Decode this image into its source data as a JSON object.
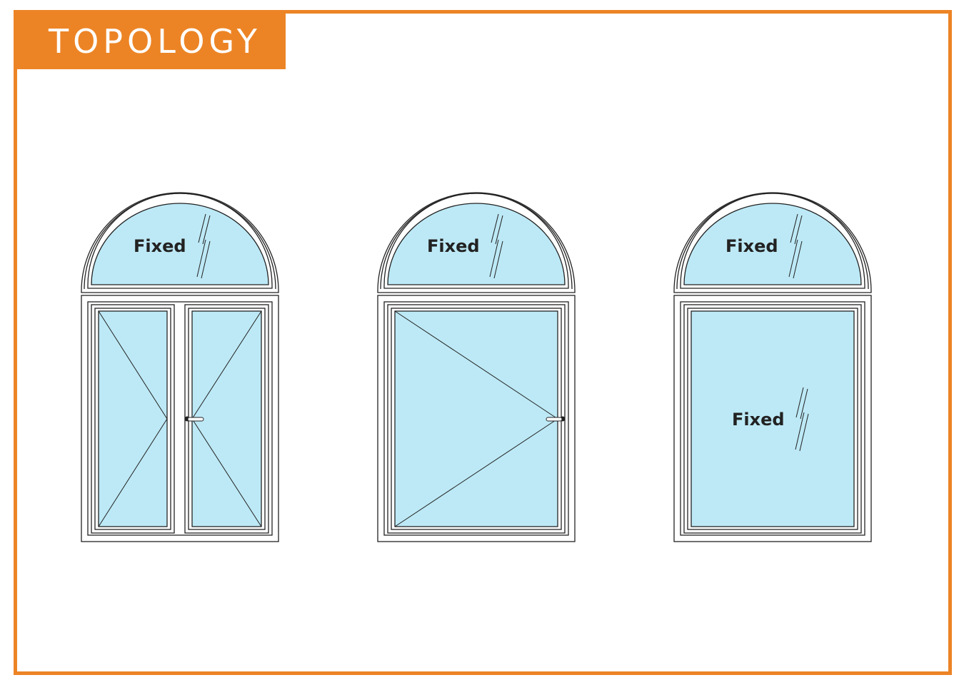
{
  "header": {
    "title": "TOPOLOGY"
  },
  "colors": {
    "accent": "#ec8425",
    "glass": "#bde9f6",
    "frame_line": "#222222"
  },
  "windows": [
    {
      "type": "double-casement",
      "arch_label": "Fixed",
      "panels": [
        "casement-left-hinged",
        "casement-right-hinged"
      ],
      "handle": "center-right-icon"
    },
    {
      "type": "single-casement",
      "arch_label": "Fixed",
      "panels": [
        "casement-left-hinged"
      ],
      "handle": "right-edge-icon"
    },
    {
      "type": "fixed",
      "arch_label": "Fixed",
      "panel_label": "Fixed",
      "panels": [
        "fixed"
      ]
    }
  ]
}
